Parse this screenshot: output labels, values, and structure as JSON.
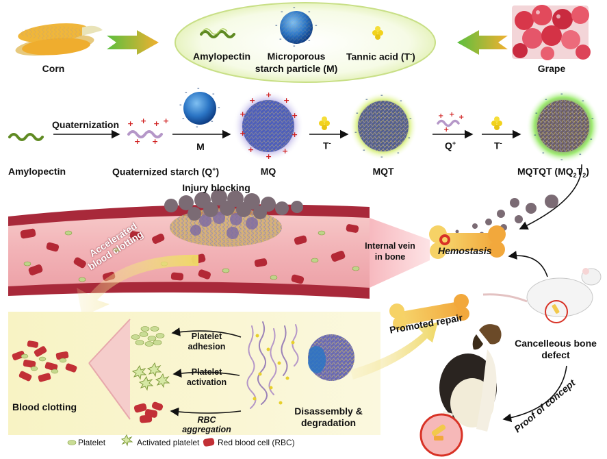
{
  "sources": {
    "corn": "Corn",
    "grape": "Grape",
    "amylopectin": "Amylopectin",
    "microporous_line1": "Microporous",
    "microporous_line2": "starch particle (M)",
    "tannic": "Tannic acid (T",
    "tannic_sup": "-",
    "tannic_close": ")"
  },
  "synthesis": {
    "amylopectin": "Amylopectin",
    "quaternization": "Quaternization",
    "quat_starch": "Quaternized starch (Q",
    "quat_sup": "+",
    "quat_close": ")",
    "m_label": "M",
    "mq": "MQ",
    "t_label": "T",
    "t_sup": "-",
    "mqt": "MQT",
    "q_label": "Q",
    "q_sup": "+",
    "t2_label": "T",
    "t2_sup": "-",
    "mqtqt": "MQTQT (MQ",
    "mqtqt_sub1": "2",
    "mqtqt_t": "T",
    "mqtqt_sub2": "2",
    "mqtqt_close": ")"
  },
  "vessel": {
    "injury_blocking": "Injury blocking",
    "accelerated_line1": "Accelerated",
    "accelerated_line2": "blood clotting",
    "internal_vein_line1": "Internal vein",
    "internal_vein_line2": "in bone",
    "hemostasis": "Hemostasis"
  },
  "mechanism": {
    "blood_clotting": "Blood clotting",
    "platelet_adhesion_line1": "Platelet",
    "platelet_adhesion_line2": "adhesion",
    "platelet_activation_line1": "Platelet",
    "platelet_activation_line2": "activation",
    "rbc_aggregation_line1": "RBC",
    "rbc_aggregation_line2": "aggregation",
    "disassembly_line1": "Disassembly &",
    "disassembly_line2": "degradation",
    "promoted_repair": "Promoted repair",
    "cancellous_line1": "Cancelleous bone",
    "cancellous_line2": "defect",
    "proof_of_concept": "Proof of concept"
  },
  "legend": {
    "platelet": "Platelet",
    "activated_platelet": "Activated platelet",
    "rbc": "Red blood cell (RBC)"
  },
  "colors": {
    "vessel_wall": "#a0283a",
    "vessel_lumen": "#f0b0b4",
    "particle_blue": "#2a74c4",
    "starch_green": "#6e9a2a",
    "panel_yellow": "#f6f1c2",
    "bone": "#f3c64a",
    "rbc": "#c23036"
  }
}
